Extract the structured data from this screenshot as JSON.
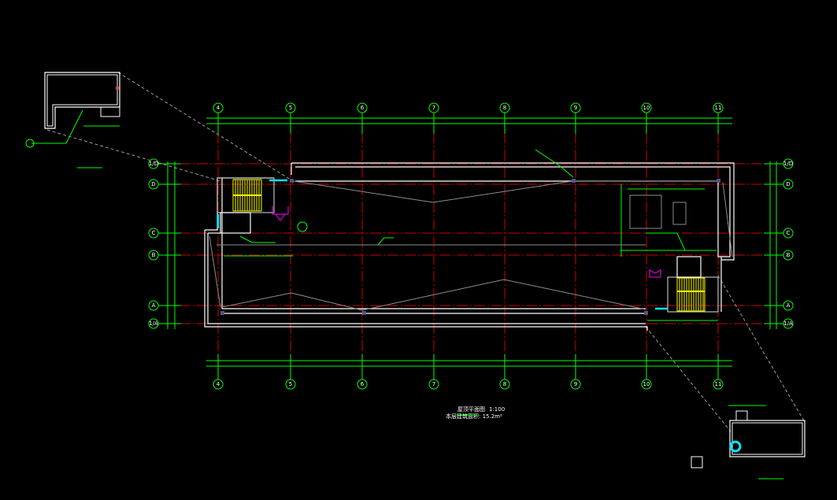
{
  "drawing": {
    "title": "屋顶平面图",
    "scale": "1:100",
    "area_note": "本层建筑面积: 15.2m²"
  },
  "axes": {
    "columns": [
      "4",
      "5",
      "6",
      "7",
      "8",
      "9",
      "10",
      "11"
    ],
    "rows": [
      "1/D",
      "D",
      "C",
      "B",
      "A",
      "1/A"
    ]
  },
  "colors": {
    "background": "#000000",
    "dimension": "#00ff00",
    "axis_line": "#cc0000",
    "wall": "#ffffff",
    "stair": "#ffff00",
    "slope": "#8c8c8c",
    "door": "#ff00ff",
    "window": "#00e5ff"
  }
}
